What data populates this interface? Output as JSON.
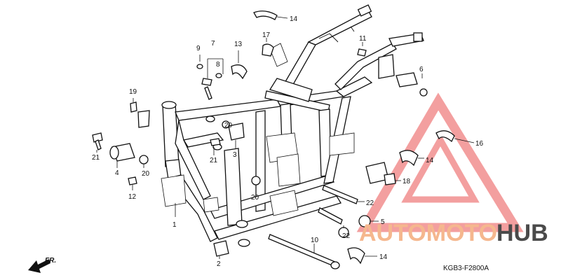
{
  "diagram": {
    "code": "KGB3-F2800A",
    "direction_label": "FR.",
    "callouts": [
      "14",
      "17",
      "7",
      "9",
      "13",
      "8",
      "11",
      "6",
      "19",
      "20",
      "3",
      "21",
      "16",
      "14",
      "18",
      "22",
      "5",
      "21",
      "4",
      "20",
      "12",
      "20",
      "1",
      "22",
      "10",
      "2",
      "14"
    ]
  },
  "watermark": {
    "part1": "AUTOMOTO",
    "part2": "HUB",
    "color1": "#f5b78e",
    "color2": "#4a4a4a",
    "triangle_color": "#f08080"
  }
}
